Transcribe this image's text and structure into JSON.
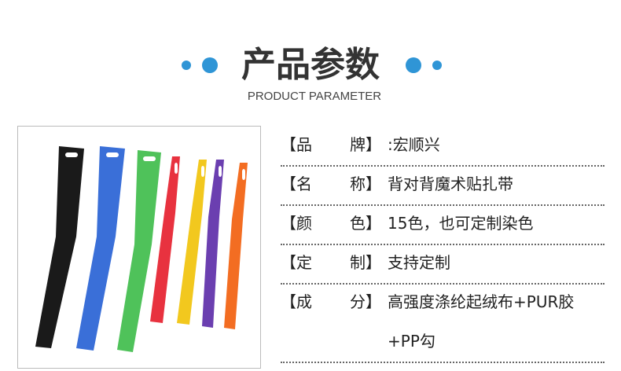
{
  "header": {
    "title": "产品参数",
    "subtitle": "PRODUCT PARAMETER",
    "accent": "#2f95d6"
  },
  "product_image": {
    "strap_colors": [
      "#1a1a1a",
      "#3a6fd8",
      "#4fc25a",
      "#e8323f",
      "#f2c81e",
      "#6b3fb0",
      "#f36d22"
    ]
  },
  "params": [
    {
      "open": "【品",
      "close": "牌】",
      "value": ":宏顺兴"
    },
    {
      "open": "【名",
      "close": "称】",
      "value": "背对背魔术贴扎带"
    },
    {
      "open": "【颜",
      "close": "色】",
      "value": "15色，也可定制染色"
    },
    {
      "open": "【定",
      "close": "制】",
      "value": "支持定制"
    },
    {
      "open": "【成",
      "close": "分】",
      "value": "高强度涤纶起绒布+PUR胶",
      "value2": "+PP勾"
    }
  ]
}
